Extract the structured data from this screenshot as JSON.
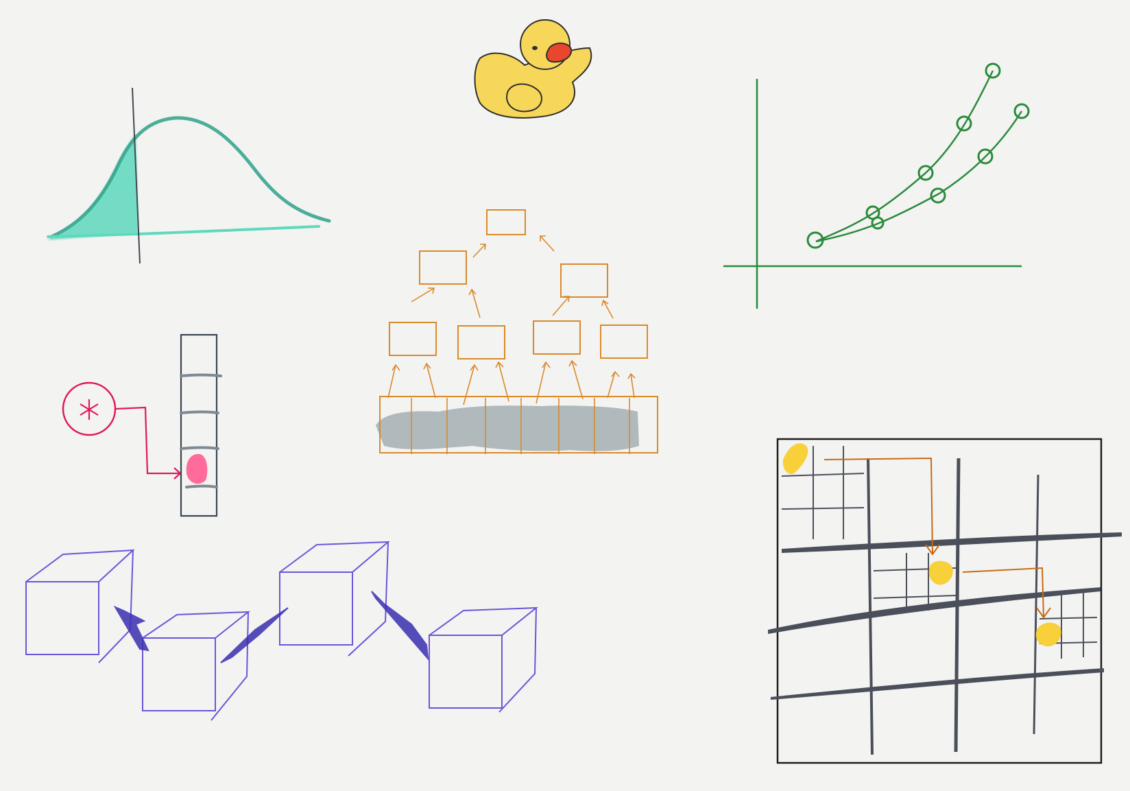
{
  "canvas": {
    "background": "#f3f3f2",
    "sketches": [
      {
        "name": "bell-curve-sketch",
        "icon": "bell-curve-icon",
        "colors": {
          "curve": "#3aa58e",
          "fill": "#5ed9bd",
          "axis": "#3f4a4f"
        }
      },
      {
        "name": "rubber-duck-sketch",
        "icon": "rubber-duck-icon",
        "colors": {
          "body": "#f7d75a",
          "beak": "#e8472e"
        }
      },
      {
        "name": "growth-chart-sketch",
        "icon": "line-chart-icon",
        "colors": {
          "line": "#2a8a3a"
        }
      },
      {
        "name": "circular-buffer-sketch",
        "icon": "asterisk-circle-icon",
        "colors": {
          "pointer": "#e0185a",
          "slot": "#ff6b9a",
          "frame": "#3a4652"
        }
      },
      {
        "name": "tree-reduction-sketch",
        "icon": "tree-diagram-icon",
        "colors": {
          "boxes": "#d98a2a",
          "shade": "#9aa6a8"
        }
      },
      {
        "name": "cube-chain-sketch",
        "icon": "cube-icon",
        "colors": {
          "cubes": "#6a55d8",
          "arrows": "#3a2fb0"
        }
      },
      {
        "name": "multigrid-sketch",
        "icon": "grid-icon",
        "colors": {
          "grid": "#4a4f5a",
          "highlight": "#f7d03a",
          "path": "#c96a10"
        }
      }
    ]
  }
}
